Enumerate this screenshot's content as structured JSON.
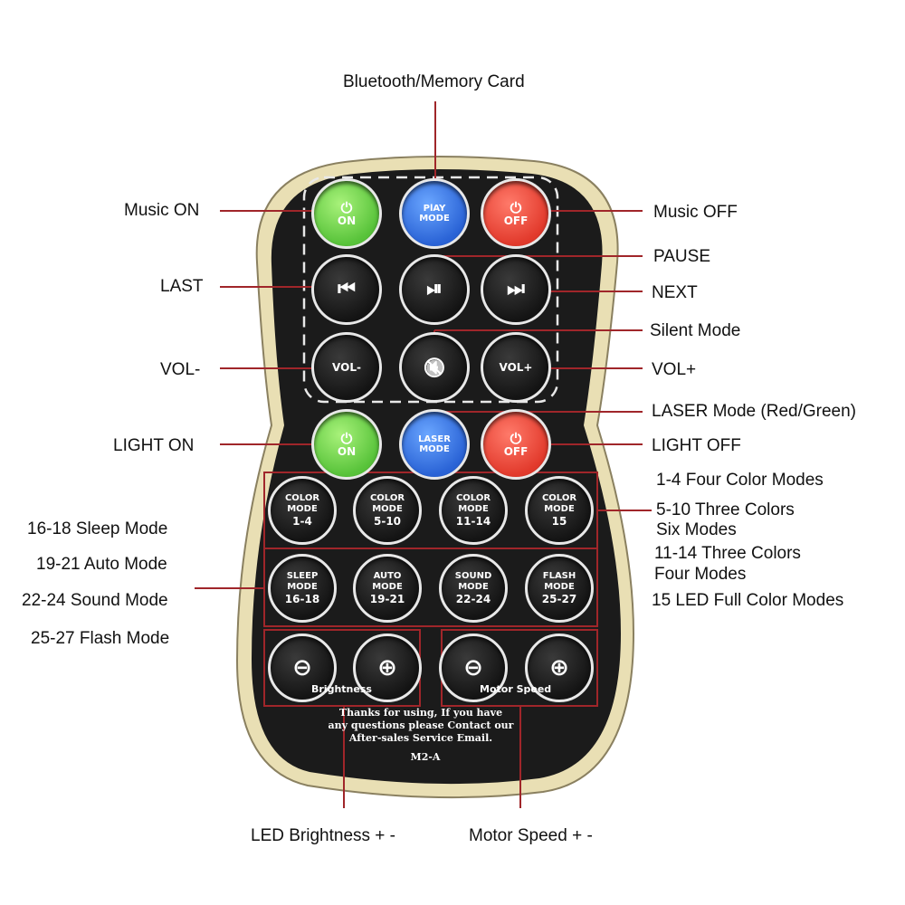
{
  "colors": {
    "accent_line": "#a0262a",
    "remote_body": "#1b1b1b",
    "remote_trim": "#e9dfb4",
    "green": "#58c33a",
    "blue": "#2a63d6",
    "red": "#e23a2c"
  },
  "callouts": {
    "bluetooth": "Bluetooth/Memory Card",
    "music_on": "Music ON",
    "music_off": "Music OFF",
    "pause": "PAUSE",
    "last": "LAST",
    "next": "NEXT",
    "silent": "Silent Mode",
    "vol_minus": "VOL-",
    "vol_plus": "VOL+",
    "laser_mode": "LASER Mode (Red/Green)",
    "light_on": "LIGHT ON",
    "light_off": "LIGHT OFF",
    "color_1_4": "1-4 Four Color Modes",
    "color_5_10_a": "5-10 Three Colors",
    "color_5_10_b": "Six Modes",
    "color_11_14_a": "11-14 Three Colors",
    "color_11_14_b": "Four Modes",
    "color_15": "15 LED Full Color Modes",
    "sleep": "16-18 Sleep Mode",
    "auto": "19-21 Auto Mode",
    "sound": "22-24 Sound Mode",
    "flash": "25-27 Flash Mode",
    "led_brightness": "LED Brightness + -",
    "motor_speed": "Motor Speed + -"
  },
  "remote": {
    "row1": [
      {
        "icon": "power-icon",
        "text": "ON"
      },
      {
        "text1": "PlAY",
        "text2": "MODE"
      },
      {
        "icon": "power-icon",
        "text": "OFF"
      }
    ],
    "row2": [
      {
        "icon": "previous-icon",
        "glyph": "⏮"
      },
      {
        "icon": "play-pause-icon",
        "glyph": "⏯"
      },
      {
        "icon": "next-icon",
        "glyph": "⏭"
      }
    ],
    "row3": [
      {
        "text": "VOL-"
      },
      {
        "icon": "mute-icon",
        "glyph": "🔇"
      },
      {
        "text": "VOL+"
      }
    ],
    "row4": [
      {
        "icon": "power-icon",
        "text": "ON"
      },
      {
        "text1": "LASER",
        "text2": "MODE"
      },
      {
        "icon": "power-icon",
        "text": "OFF"
      }
    ],
    "color_row": [
      {
        "t1": "COLOR",
        "t2": "MODE",
        "n": "1-4"
      },
      {
        "t1": "COLOR",
        "t2": "MODE",
        "n": "5-10"
      },
      {
        "t1": "COLOR",
        "t2": "MODE",
        "n": "11-14"
      },
      {
        "t1": "COLOR",
        "t2": "MODE",
        "n": "15"
      }
    ],
    "mode_row": [
      {
        "t1": "SLEEP",
        "t2": "MODE",
        "n": "16-18"
      },
      {
        "t1": "AUTO",
        "t2": "MODE",
        "n": "19-21"
      },
      {
        "t1": "SOUND",
        "t2": "MODE",
        "n": "22-24"
      },
      {
        "t1": "FLASH",
        "t2": "MODE",
        "n": "25-27"
      }
    ],
    "minus": "⊖",
    "plus": "⊕",
    "brightness_label": "Brightness",
    "motor_label": "Motor Speed",
    "footer_line1": "Thanks for using, If you have",
    "footer_line2": "any questions please Contact our",
    "footer_line3": "After-sales Service Email.",
    "model": "M2-A"
  }
}
